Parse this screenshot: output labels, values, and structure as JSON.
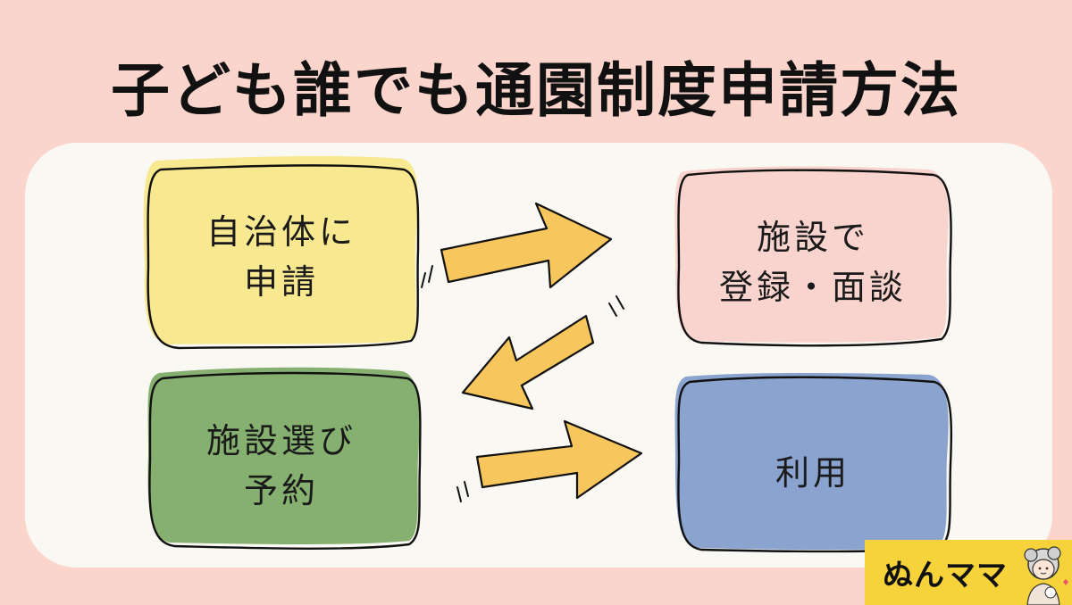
{
  "title": "子ども誰でも通園制度申請方法",
  "steps": [
    {
      "line1": "自治体に",
      "line2": "申請"
    },
    {
      "line1": "施設で",
      "line2": "登録・面談"
    },
    {
      "line1": "施設選び",
      "line2": "予約"
    },
    {
      "line1": "利用",
      "line2": ""
    }
  ],
  "colors": {
    "background": "#fbd4cc",
    "panel": "#faf8f3",
    "step1": "#f8e88f",
    "step2": "#f9d3cd",
    "step3": "#86b06f",
    "step4": "#8aa3cf",
    "arrow": "#f7c65c",
    "brand_bg": "#f6d33a"
  },
  "icons": [
    "arrow-right-icon",
    "arrow-left-down-icon",
    "arrow-right-icon"
  ],
  "brand": {
    "name": "ぬんママ"
  }
}
